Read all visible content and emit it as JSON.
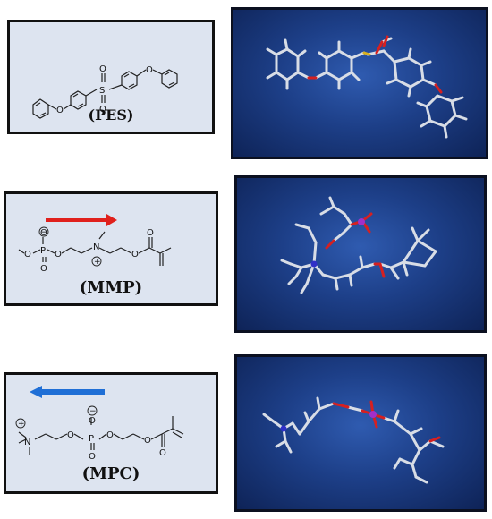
{
  "figure": {
    "panels": [
      {
        "id": "pes",
        "label": "(PES)"
      },
      {
        "id": "mmp",
        "label": "(MMP)"
      },
      {
        "id": "mpc",
        "label": "(MPC)"
      }
    ],
    "colors": {
      "panel_fill": "#dde4f0",
      "arrow_red": "#e0201c",
      "arrow_blue": "#1f6fd6",
      "model_background": "#1d3f88"
    },
    "atom_labels": {
      "oxygen": "O",
      "sulfur": "S",
      "phosphorus": "P",
      "nitrogen": "N",
      "negative_charge": "−",
      "positive_charge": "+"
    }
  }
}
